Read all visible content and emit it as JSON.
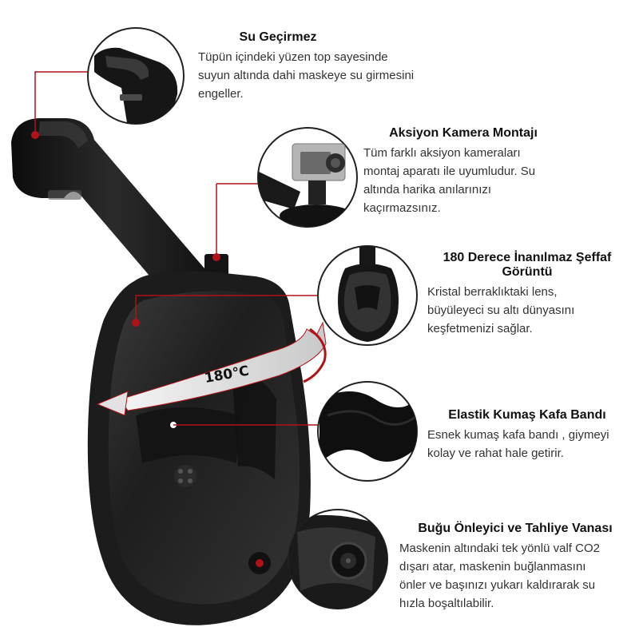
{
  "badge": "180℃",
  "features": [
    {
      "id": "waterproof",
      "title": "Su Geçirmez",
      "lines": [
        "Tüpün içindeki yüzen top sayesinde",
        "suyun altında dahi maskeye su girmesini",
        "engeller."
      ],
      "icon": "snorkel-tube-top-icon"
    },
    {
      "id": "camera-mount",
      "title": "Aksiyon Kamera Montajı",
      "lines": [
        "Tüm farklı aksiyon kameraları",
        "montaj aparatı ile uyumludur. Su",
        "altında harika anılarınızı",
        "kaçırmazsınız."
      ],
      "icon": "action-camera-icon"
    },
    {
      "id": "view",
      "title_lines": [
        "180 Derece İnanılmaz Şeffaf",
        "Görüntü"
      ],
      "lines": [
        "Kristal berraklıktaki lens,",
        "büyüleyeci su altı dünyasını",
        "keşfetmenizi sağlar."
      ],
      "icon": "mask-front-icon"
    },
    {
      "id": "headband",
      "title": "Elastik Kumaş Kafa Bandı",
      "lines": [
        "Esnek kumaş kafa bandı , giymeyi",
        "kolay ve rahat hale getirir."
      ],
      "icon": "headband-icon"
    },
    {
      "id": "valve",
      "title": "Buğu Önleyici ve Tahliye Vanası",
      "lines": [
        "Maskenin altındaki tek yönlü valf CO2",
        "dışarı atar, maskenin buğlanmasını",
        "önler ve başınızı yukarı kaldırarak su",
        "hızla boşaltılabilir."
      ],
      "icon": "drain-valve-icon"
    }
  ],
  "colors": {
    "accent": "#b0121a",
    "mask": "#1c1c1c",
    "lens": "#2a2a2a"
  }
}
